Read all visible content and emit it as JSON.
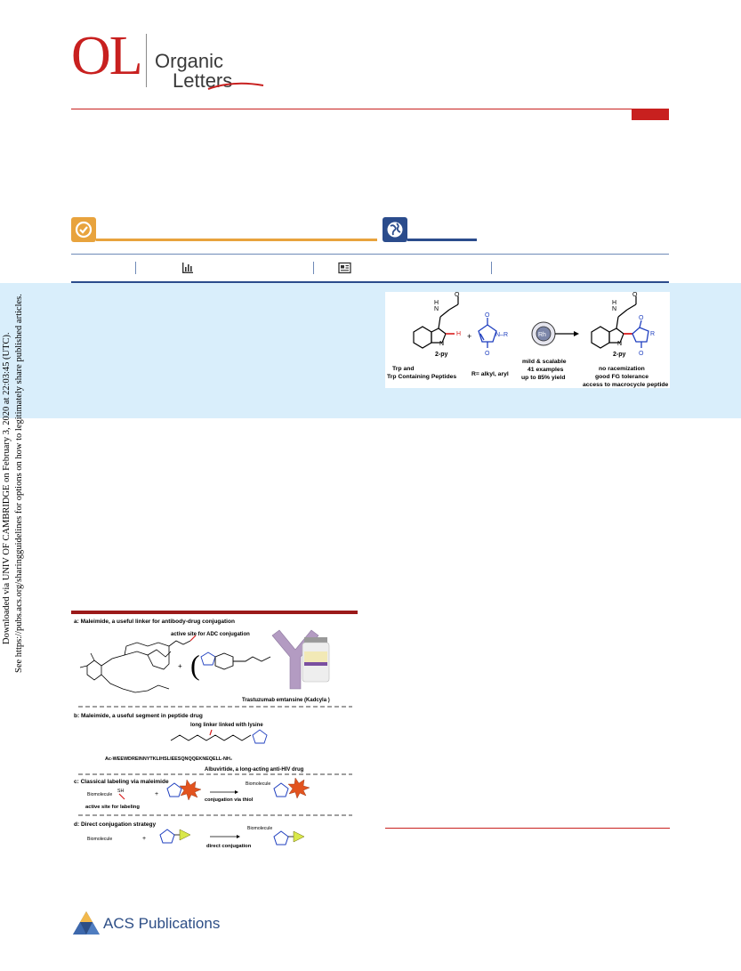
{
  "journal": {
    "mark": "OL",
    "name_line1": "Organic",
    "name_line2": "Letters"
  },
  "side_stamp": {
    "line1": "Downloaded via UNIV OF CAMBRIDGE on February 3, 2020 at 22:03:45 (UTC).",
    "line2": "See https://pubs.acs.org/sharingguidelines for options on how to legitimately share published articles."
  },
  "toc_graphic": {
    "reactant_label": "Trp and\nTrp Containing Peptides",
    "reactant_label_line1": "Trp and",
    "reactant_label_line2": "Trp Containing Peptides",
    "py_label": "2-py",
    "plus": "+",
    "r_label": "R= alkyl, aryl",
    "n_r": "N–R",
    "catalyst": "Rh",
    "conditions": [
      "mild & scalable",
      "41 examples",
      "up to 85% yield"
    ],
    "product_features": [
      "no racemization",
      "good FG tolerance",
      "access to macrocycle peptide"
    ],
    "product_r": "R",
    "h_atom": "H",
    "nh": "H\nN",
    "n_atom": "N",
    "o_atom": "O"
  },
  "figure": {
    "panel_a_title": "a: Maleimide, a useful linker for antibody-drug conjugation",
    "panel_a_note": "active site for ADC conjugation",
    "panel_a_drug": "Trastuzumab emtansine (Kadcyla   )",
    "panel_b_title": "b: Maleimide, a useful segment in peptide drug",
    "panel_b_note": "long linker linked with lysine",
    "panel_b_sequence": "Ac-WEEWDREINNYTKLIHSLIEESQNQQEKNEQELL-NH₂",
    "panel_b_drug": "Albuvirtide, a long-acting anti-HIV drug",
    "panel_c_title": "c: Classical labeling via maleimide",
    "panel_c_biomolecule": "Biomolecule",
    "panel_c_sh": "SH",
    "panel_c_note": "active site for labeling",
    "panel_c_arrow": "conjugation via thiol",
    "panel_c_product": "Biomolecule",
    "panel_d_title": "d: Direct conjugation strategy",
    "panel_d_biomolecule": "Biomolecule",
    "panel_d_arrow": "direct conjugation",
    "panel_d_product": "Biomolecule",
    "plus": "+"
  },
  "publisher": {
    "name": "ACS Publications"
  },
  "colors": {
    "brand_red": "#c8201f",
    "open_access_orange": "#e8a33d",
    "globe_blue": "#2b4c8c",
    "abstract_bg": "#d9eefb",
    "maleimide_blue": "#1f3fbf",
    "bond_red": "#d81e1e"
  },
  "icons": [
    "check-circle-icon",
    "globe-icon",
    "bar-chart-icon",
    "newspaper-icon"
  ]
}
